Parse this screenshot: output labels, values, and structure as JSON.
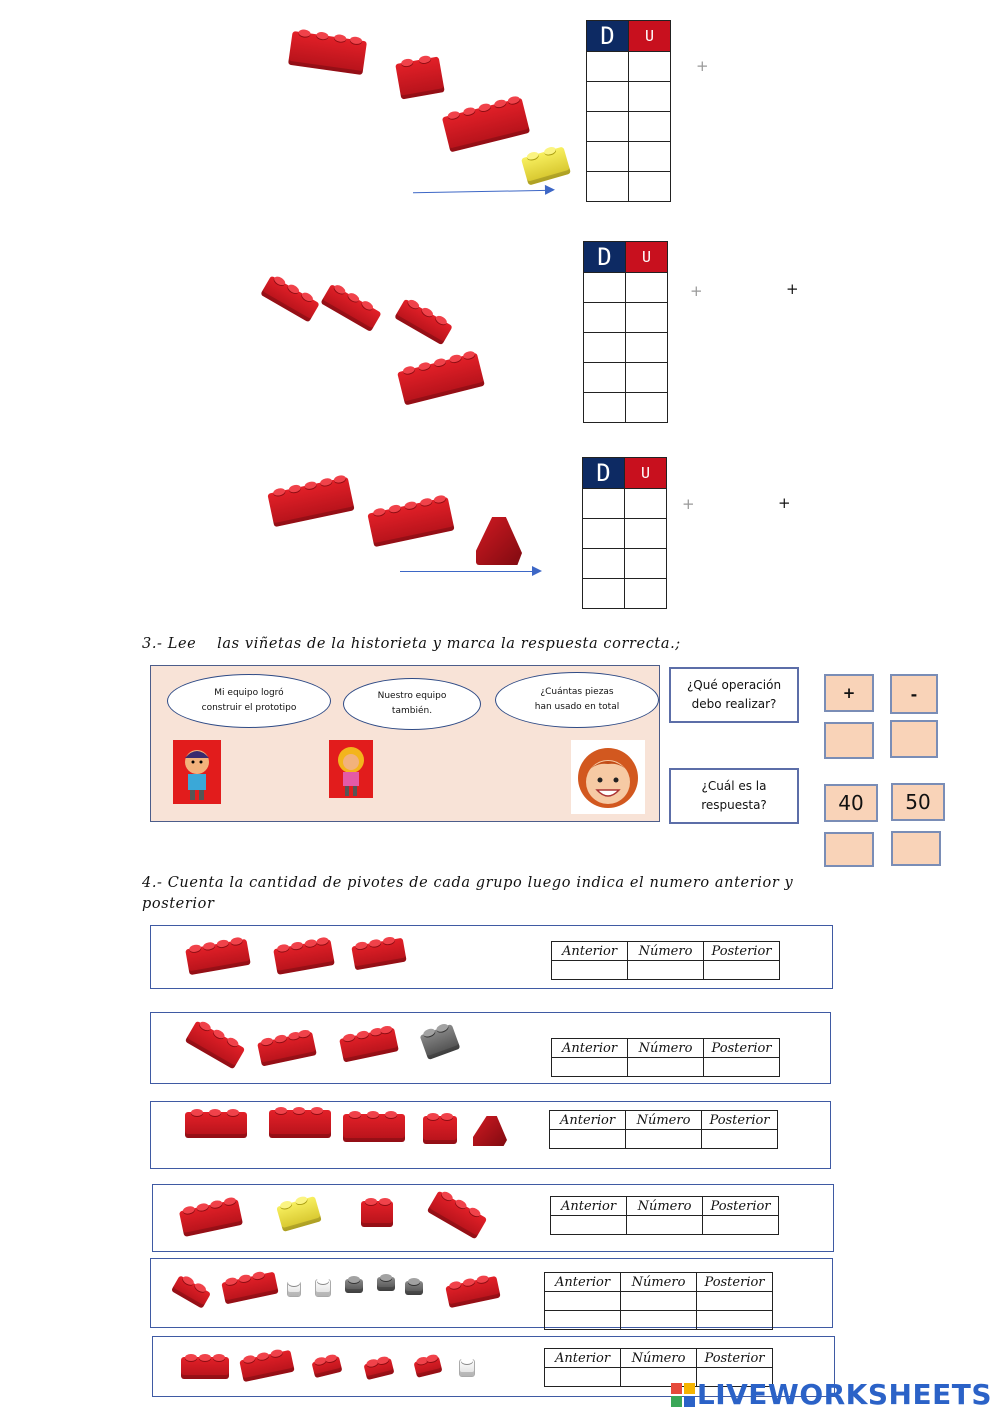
{
  "place_value": {
    "header_d": "D",
    "header_u": "U",
    "plus_sign": "+"
  },
  "section3": {
    "title": "3.- Lee    las viñetas de la historieta y marca la respuesta correcta.;",
    "bubble1_line1": "Mi equipo logró",
    "bubble1_line2": "construir el  prototipo",
    "bubble2_line1": "Nuestro equipo",
    "bubble2_line2": "también.",
    "bubble3_line1": "¿Cuántas piezas",
    "bubble3_line2": "han usado en total",
    "question1_line1": "¿Qué  operación",
    "question1_line2": "debo realizar?",
    "question2_line1": "¿Cuál es la",
    "question2_line2": "respuesta?",
    "op_plus": "+",
    "op_minus": "-",
    "answer_a": "40",
    "answer_b": "50"
  },
  "section4": {
    "title_line1": "4.- Cuenta la cantidad de pivotes de cada grupo luego indica el numero anterior y",
    "title_line2": "posterior",
    "col_anterior": "Anterior",
    "col_numero": "Número",
    "col_posterior": "Posterior"
  },
  "footer": {
    "watermark": "LIVEWORKSHEETS"
  }
}
